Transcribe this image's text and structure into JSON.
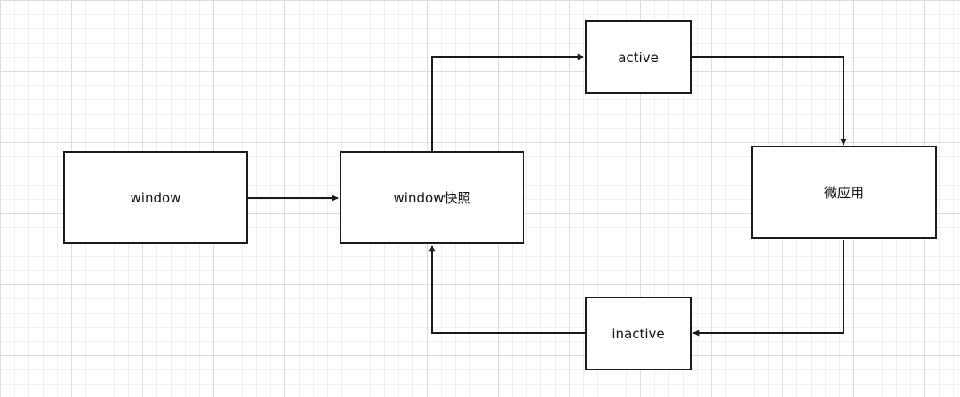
{
  "diagram": {
    "nodes": {
      "window": {
        "label": "window"
      },
      "snapshot": {
        "label": "window快照"
      },
      "active": {
        "label": "active"
      },
      "micro_app": {
        "label": "微应用"
      },
      "inactive": {
        "label": "inactive"
      }
    },
    "edges": [
      {
        "from": "window",
        "to": "snapshot"
      },
      {
        "from": "snapshot",
        "to": "active"
      },
      {
        "from": "active",
        "to": "micro_app"
      },
      {
        "from": "micro_app",
        "to": "inactive"
      },
      {
        "from": "inactive",
        "to": "snapshot"
      }
    ],
    "colors": {
      "stroke": "#1a1a1a",
      "grid": "#dcdcdc",
      "background": "#ffffff"
    }
  }
}
